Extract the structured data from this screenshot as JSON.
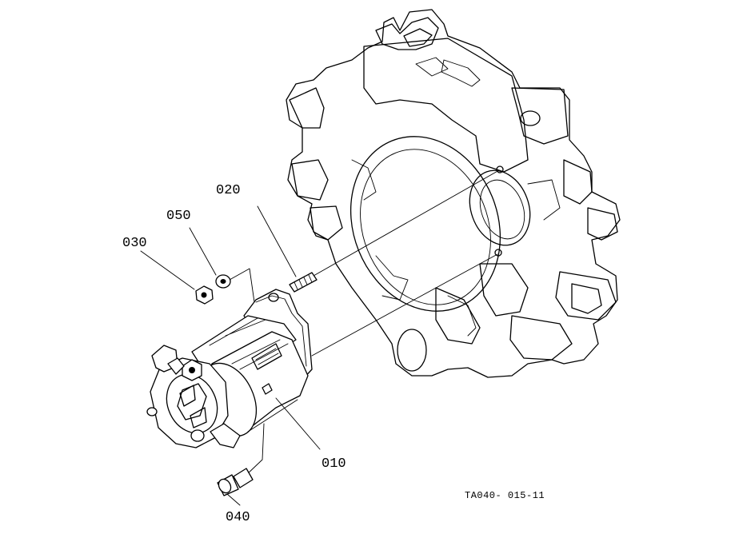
{
  "labels": {
    "starter": "010",
    "stud": "020",
    "nut": "030",
    "bolt": "040",
    "lock_washer": "050"
  },
  "reference_code": "TA040- 015-11"
}
